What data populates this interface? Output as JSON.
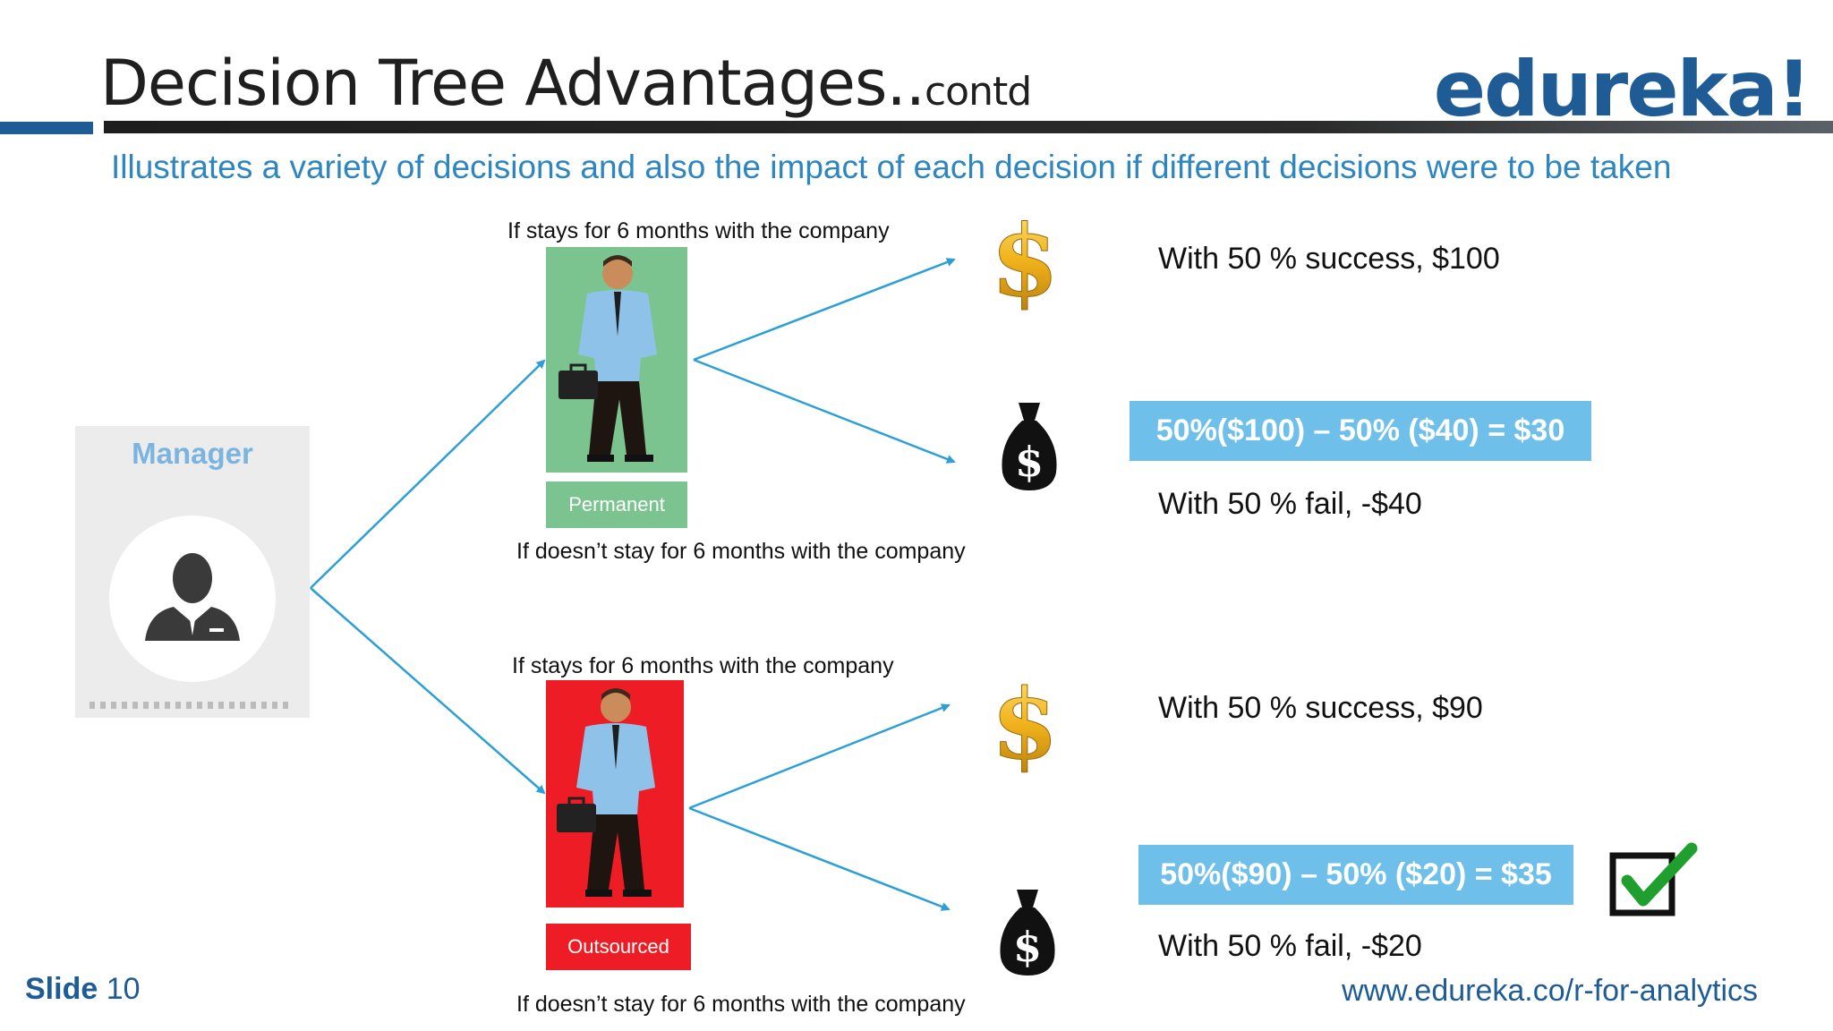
{
  "header": {
    "title": "Decision Tree Advantages..",
    "title_suffix": "contd",
    "logo": "edureka!"
  },
  "subtitle": "Illustrates a variety of decisions and also the impact of each decision if different decisions were to be taken",
  "manager": {
    "label": "Manager"
  },
  "branches": [
    {
      "tag": "Permanent",
      "tag_color": "#7cc48f",
      "box_color": "#7cc48f",
      "stay_caption": "If stays for 6 months with the company",
      "leave_caption": "If doesn’t stay for 6 months with the company",
      "success_text": "With 50 % success, $100",
      "fail_text": "With 50 % fail, -$40",
      "calc": "50%($100) – 50% ($40) = $30"
    },
    {
      "tag": "Outsourced",
      "tag_color": "#ee1c24",
      "box_color": "#ee1c24",
      "stay_caption": "If stays for 6 months with the company",
      "leave_caption": "If doesn’t stay for 6 months with the company",
      "success_text": "With 50 % success, $90",
      "fail_text": "With 50 % fail, -$20",
      "calc": "50%($90) – 50% ($20) = $35"
    }
  ],
  "footer": {
    "slide_word": "Slide",
    "slide_number": "10",
    "url": "www.edureka.co/r-for-analytics"
  },
  "colors": {
    "accent": "#1f5b94",
    "arrow": "#2b9fd6",
    "calc_box": "#6ec0ea"
  }
}
